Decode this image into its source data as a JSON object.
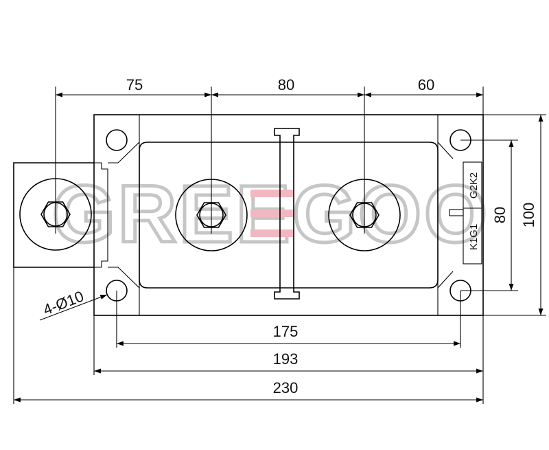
{
  "dimensions": {
    "top": [
      "75",
      "80",
      "60"
    ],
    "bottom": [
      "175",
      "193",
      "230"
    ],
    "right": [
      "80",
      "100"
    ],
    "hole_note": "4-Ø10"
  },
  "pin_labels": {
    "upper": "G2K2",
    "lower": "K1G1"
  },
  "watermark": {
    "text": "GREEGOO"
  },
  "colors": {
    "line": "#000000",
    "watermark_gray": "#c6c6c6",
    "watermark_accent": "#f2b8c2"
  }
}
